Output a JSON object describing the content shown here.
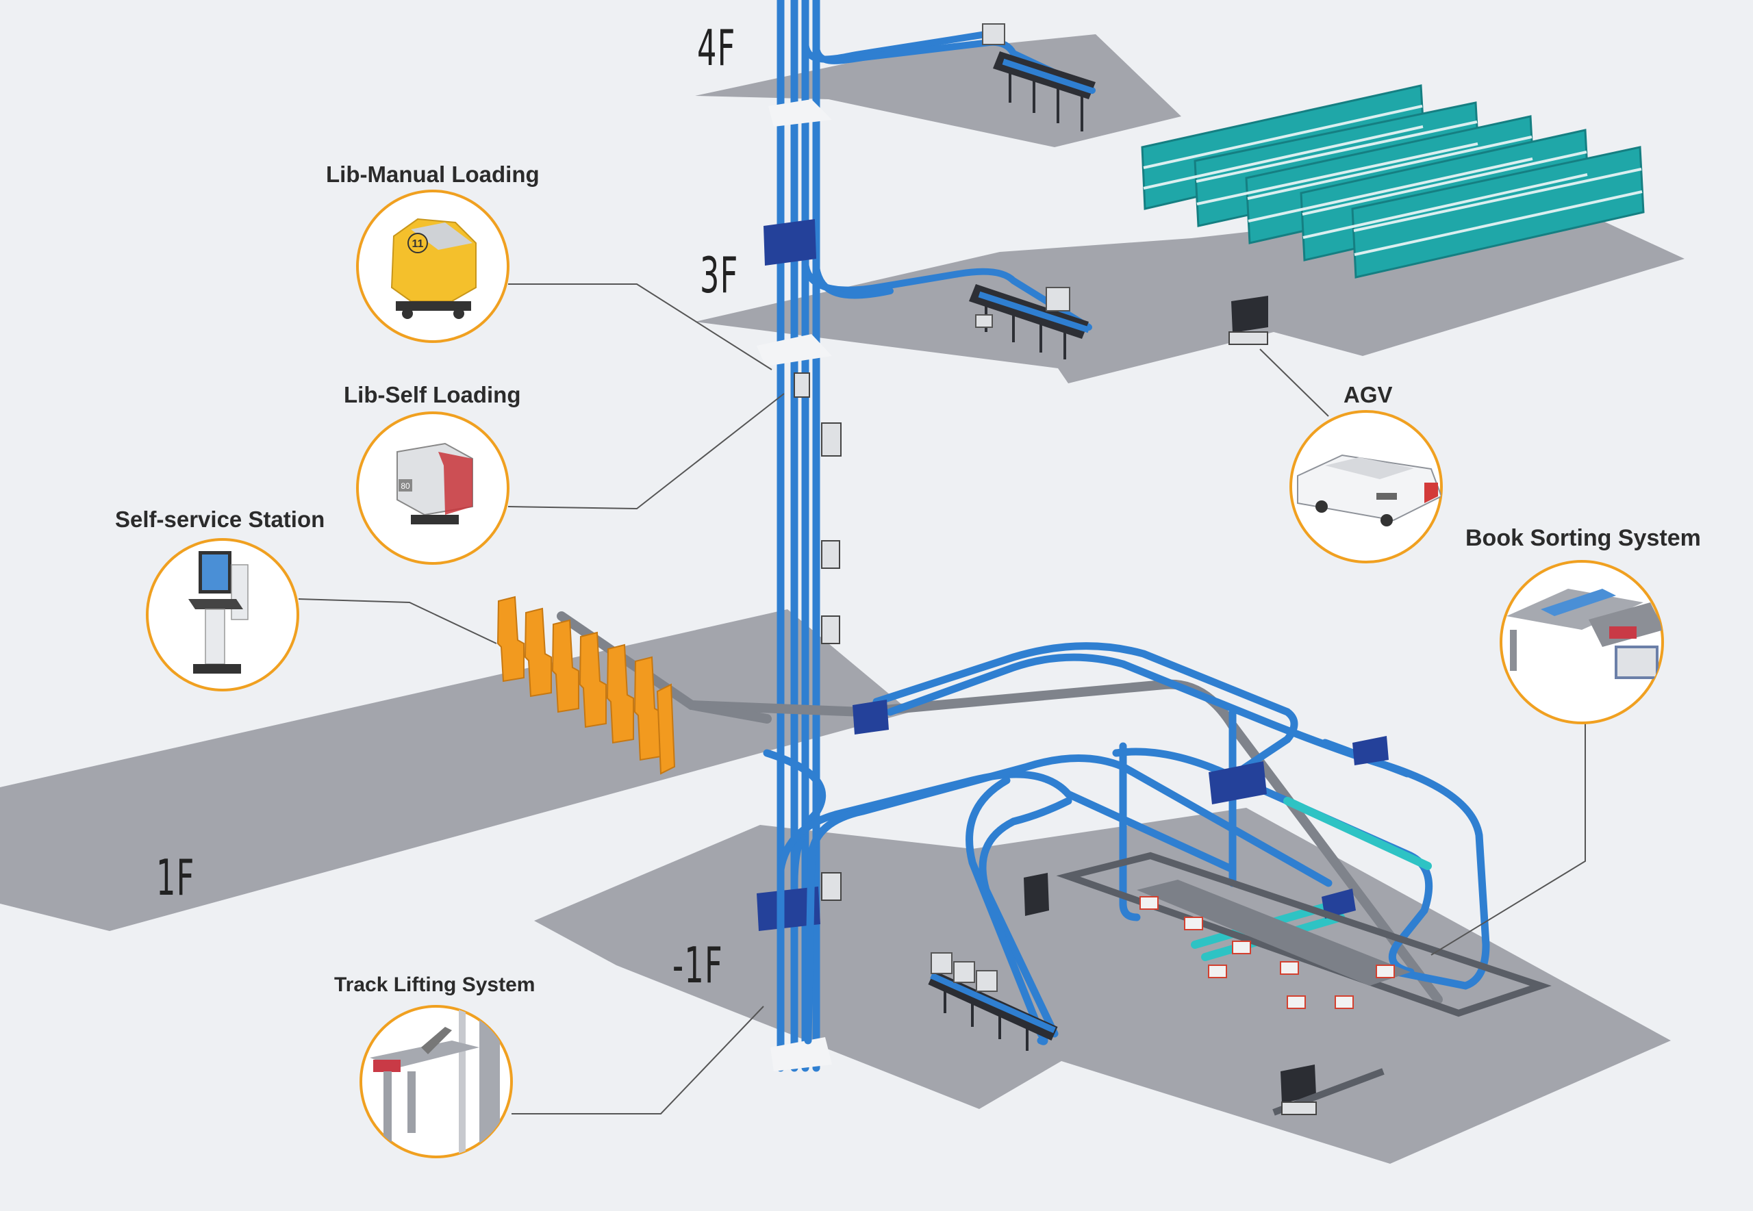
{
  "floors": {
    "f4": "4F",
    "f3": "3F",
    "f1": "1F",
    "fb1": "-1F"
  },
  "callouts": {
    "lib_manual_loading": "Lib-Manual Loading",
    "lib_self_loading": "Lib-Self Loading",
    "self_service_station": "Self-service Station",
    "track_lifting_system": "Track Lifting System",
    "agv": "AGV",
    "book_sorting_system": "Book Sorting System"
  },
  "device_marks": {
    "cart_number": "11",
    "self_loader_number": "80"
  },
  "colors": {
    "background": "#eef0f3",
    "floor": "#a3a5ac",
    "track_blue": "#2f7fd1",
    "track_dark_blue": "#24419a",
    "shelf_teal": "#1fa7a8",
    "station_orange": "#f29a1f",
    "callout_ring": "#f0a020",
    "cart_yellow": "#f4c02c",
    "gray_track": "#8a8d94"
  }
}
